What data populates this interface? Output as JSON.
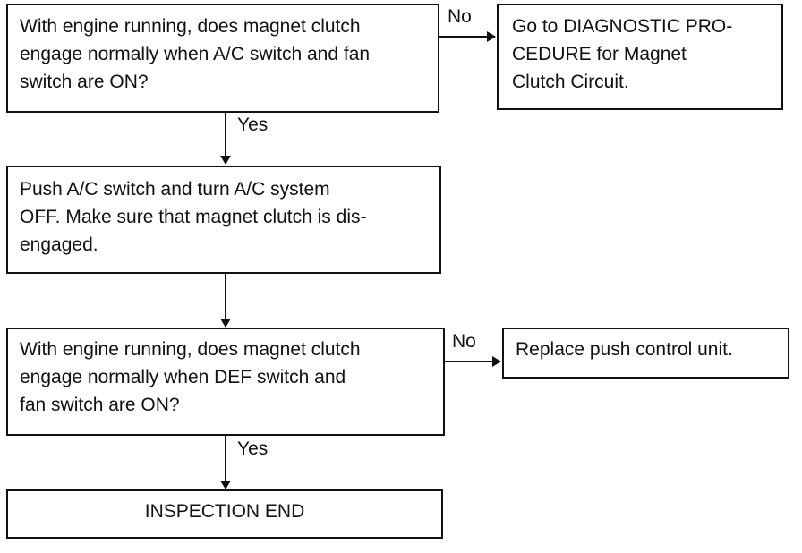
{
  "flow": {
    "q1": "With engine running, does magnet clutch\nengage normally when A/C switch and fan\nswitch are ON?",
    "q1_no_action": "Go to DIAGNOSTIC PRO-\nCEDURE for Magnet\nClutch Circuit.",
    "step2": "Push A/C switch and turn A/C system\nOFF. Make sure that magnet clutch is dis-\nengaged.",
    "q3": "With engine running, does magnet clutch\nengage normally when DEF switch and\nfan switch are ON?",
    "q3_no_action": "Replace push control unit.",
    "end": "INSPECTION END",
    "yes_label": "Yes",
    "no_label": "No"
  }
}
